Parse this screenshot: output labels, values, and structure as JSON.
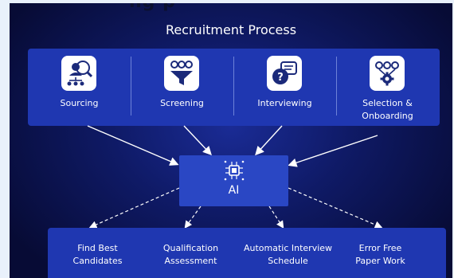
{
  "diagram": {
    "header_fragment": "ng p",
    "title": "Recruitment Process",
    "stages": [
      {
        "label": "Sourcing",
        "icon": "person-network-search-icon"
      },
      {
        "label": "Screening",
        "icon": "funnel-people-icon"
      },
      {
        "label": "Interviewing",
        "icon": "question-chat-icon"
      },
      {
        "label": "Selection &\nOnboarding",
        "icon": "team-gear-icon"
      }
    ],
    "hub": {
      "label": "AI",
      "icon": "ai-chip-icon"
    },
    "outcomes": [
      {
        "label": "Find Best\nCandidates"
      },
      {
        "label": "Qualification\nAssessment"
      },
      {
        "label": "Automatic Interview\nSchedule"
      },
      {
        "label": "Error Free\nPaper Work"
      }
    ],
    "colors": {
      "background_dark": "#070b35",
      "background_glow": "#1a2b95",
      "panel": "#1f37b1",
      "hub": "#2a47c4",
      "text": "#ffffff",
      "icon_dark": "#1b2a7a"
    }
  }
}
